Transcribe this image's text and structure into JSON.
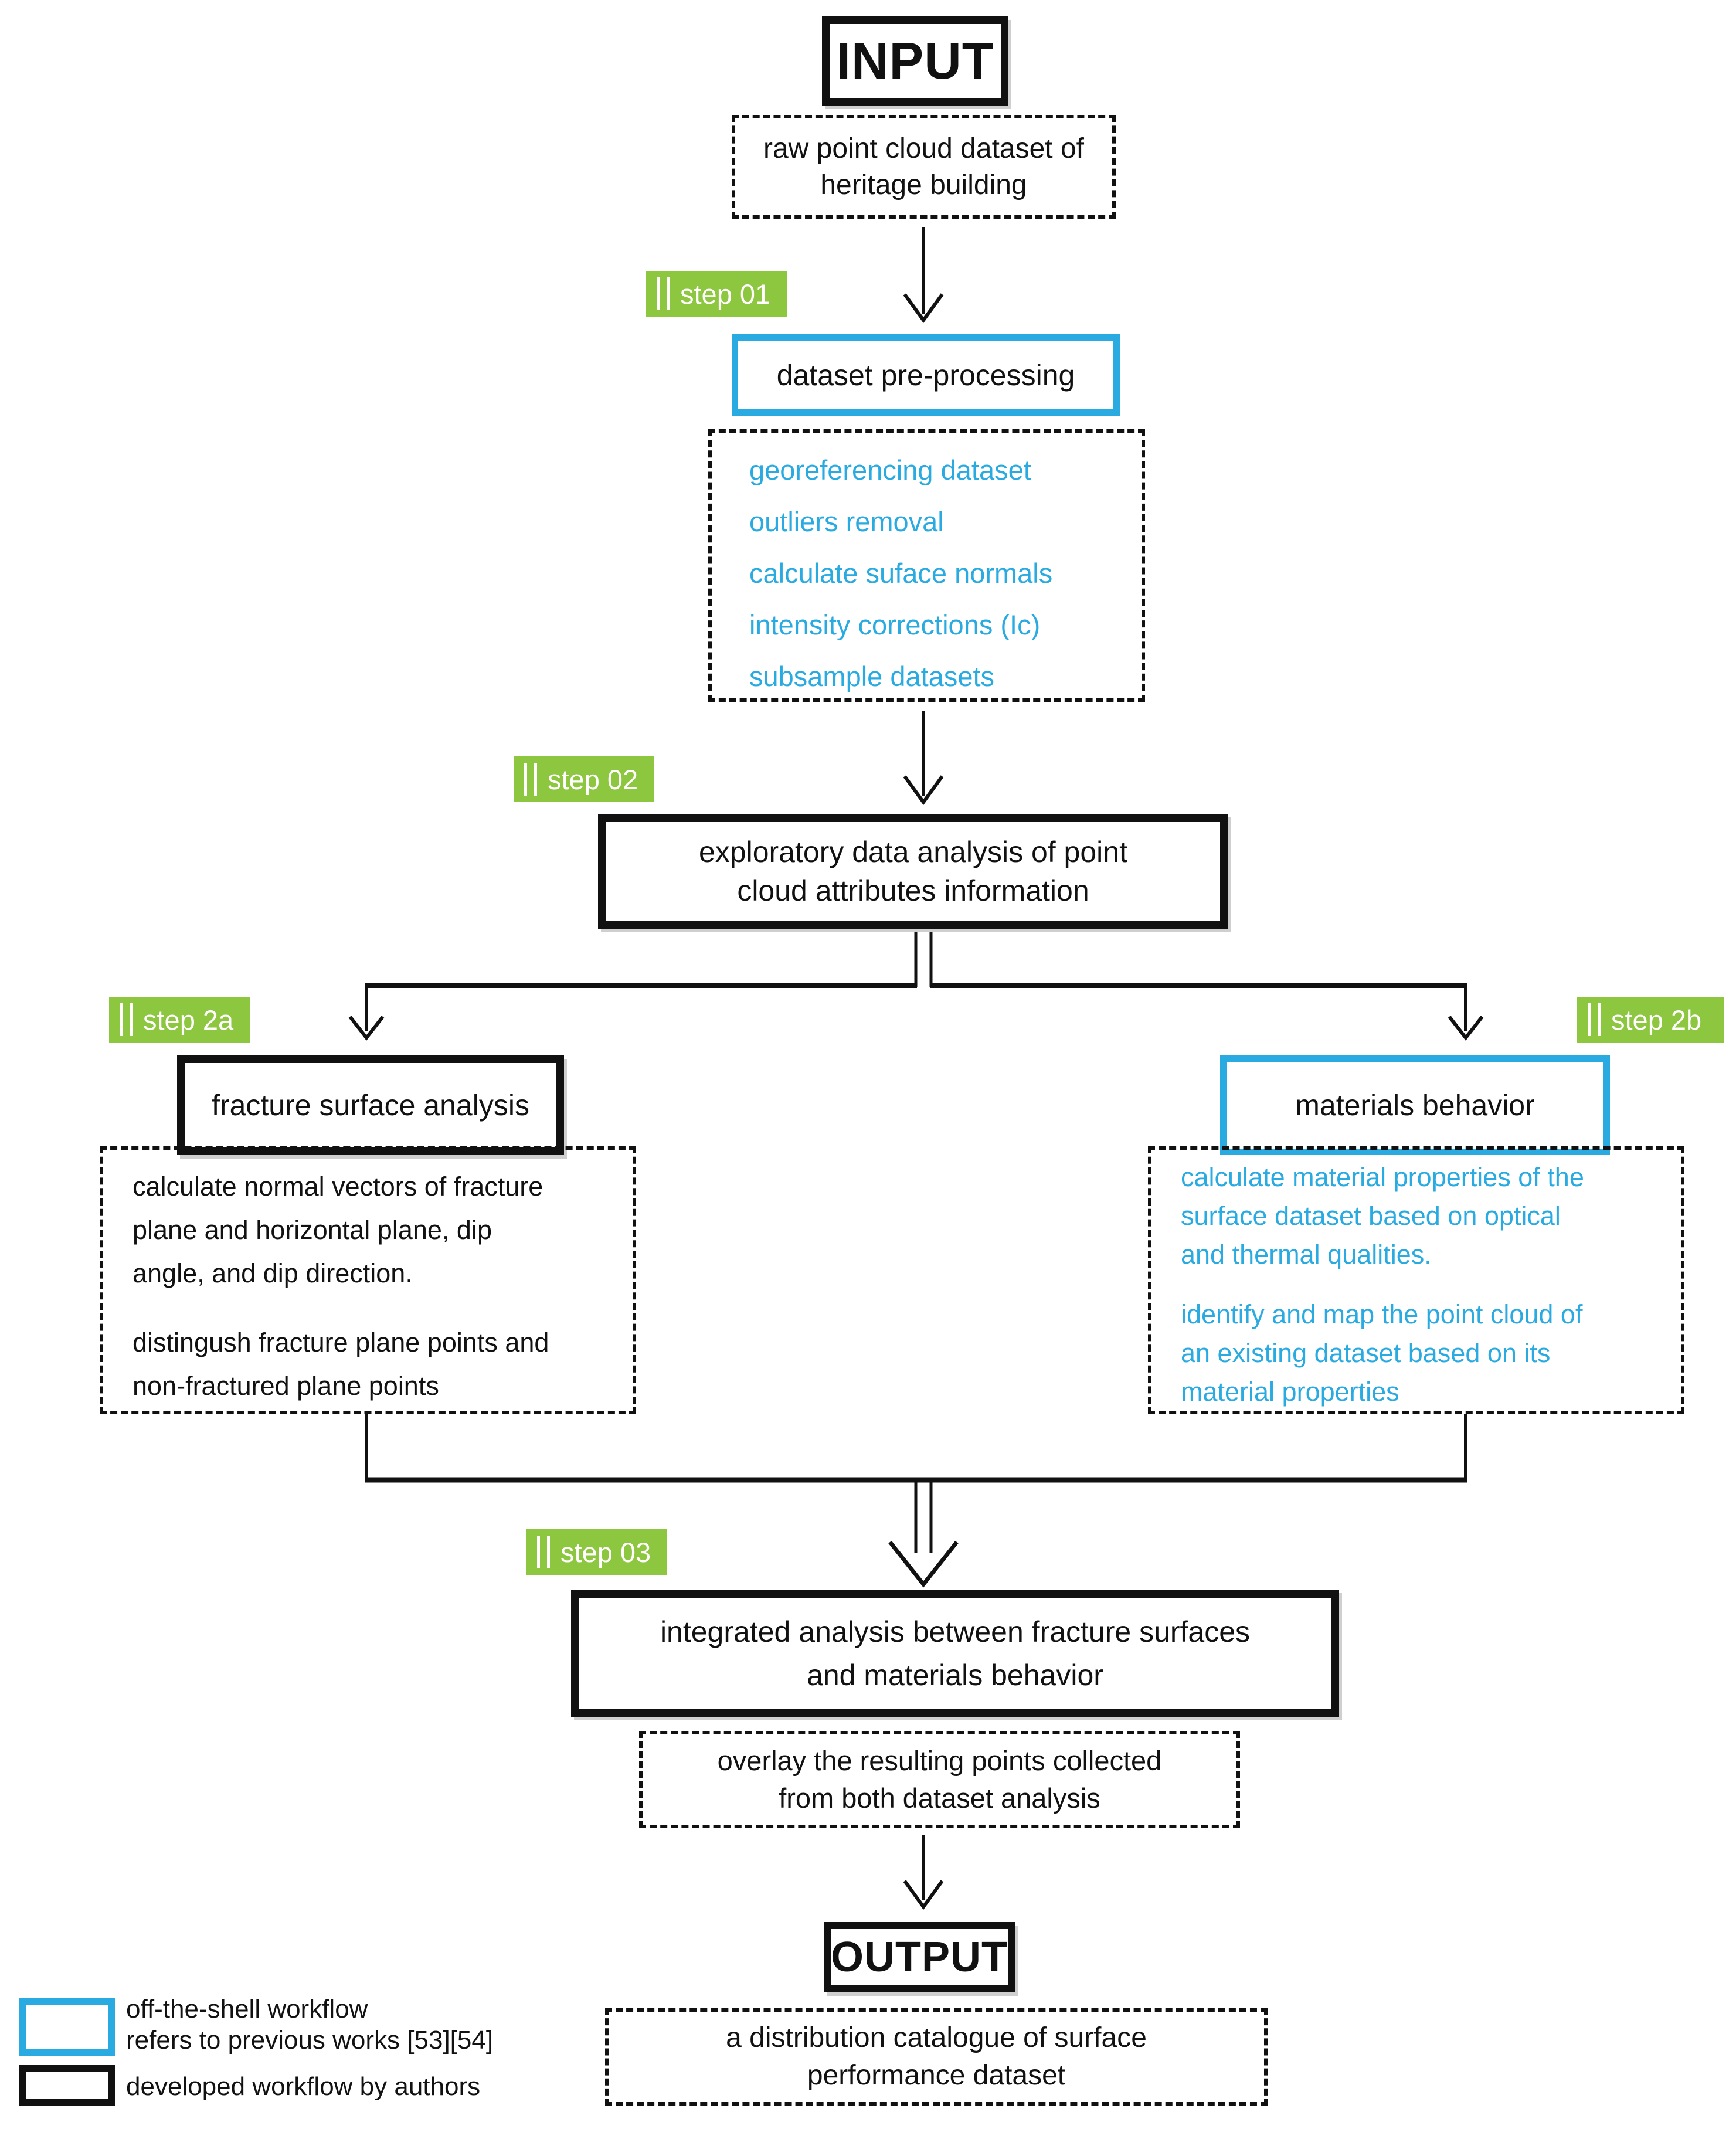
{
  "palette": {
    "accent_green": "#8dc63f",
    "accent_blue": "#29abe2",
    "ink": "#111111"
  },
  "nodes": {
    "input": {
      "label": "INPUT"
    },
    "raw_dataset": {
      "lines": [
        "raw point cloud dataset of",
        "heritage building"
      ]
    },
    "preprocessing": {
      "label": "dataset pre-processing"
    },
    "preprocess_tasks": {
      "items": [
        "georeferencing dataset",
        "outliers removal",
        "calculate suface normals",
        "intensity corrections (Ic)",
        "subsample datasets"
      ]
    },
    "exploratory": {
      "lines": [
        "exploratory data analysis of point",
        "cloud attributes information"
      ]
    },
    "fracture": {
      "label": "fracture surface analysis"
    },
    "fracture_tasks": {
      "para1": [
        "calculate normal vectors of fracture",
        "plane and horizontal plane, dip",
        "angle, and dip direction."
      ],
      "para2": [
        "distingush fracture plane points and",
        "non-fractured plane points"
      ]
    },
    "materials": {
      "label": "materials behavior"
    },
    "materials_tasks": {
      "para1": [
        "calculate material properties of the",
        "surface dataset based on optical",
        "and thermal qualities."
      ],
      "para2": [
        "identify and map the point cloud of",
        "an existing dataset based on its",
        "material properties"
      ]
    },
    "integrated": {
      "lines": [
        "integrated analysis between fracture surfaces",
        "and materials behavior"
      ]
    },
    "overlay": {
      "lines": [
        "overlay the resulting points collected",
        "from both dataset analysis"
      ]
    },
    "output": {
      "label": "OUTPUT"
    },
    "catalogue": {
      "lines": [
        "a distribution catalogue of surface",
        "performance dataset"
      ]
    }
  },
  "steps": {
    "s01": {
      "prefix": "||",
      "label": "step 01"
    },
    "s02": {
      "prefix": "||",
      "label": "step 02"
    },
    "s2a": {
      "prefix": "||",
      "label": "step 2a"
    },
    "s2b": {
      "prefix": "||",
      "label": "step 2b"
    },
    "s03": {
      "prefix": "||",
      "label": "step 03"
    }
  },
  "legend": {
    "off_the_shell": {
      "lines": [
        "off-the-shell workflow",
        "refers to previous works [53][54]"
      ]
    },
    "developed": {
      "label": "developed workflow by authors"
    }
  }
}
